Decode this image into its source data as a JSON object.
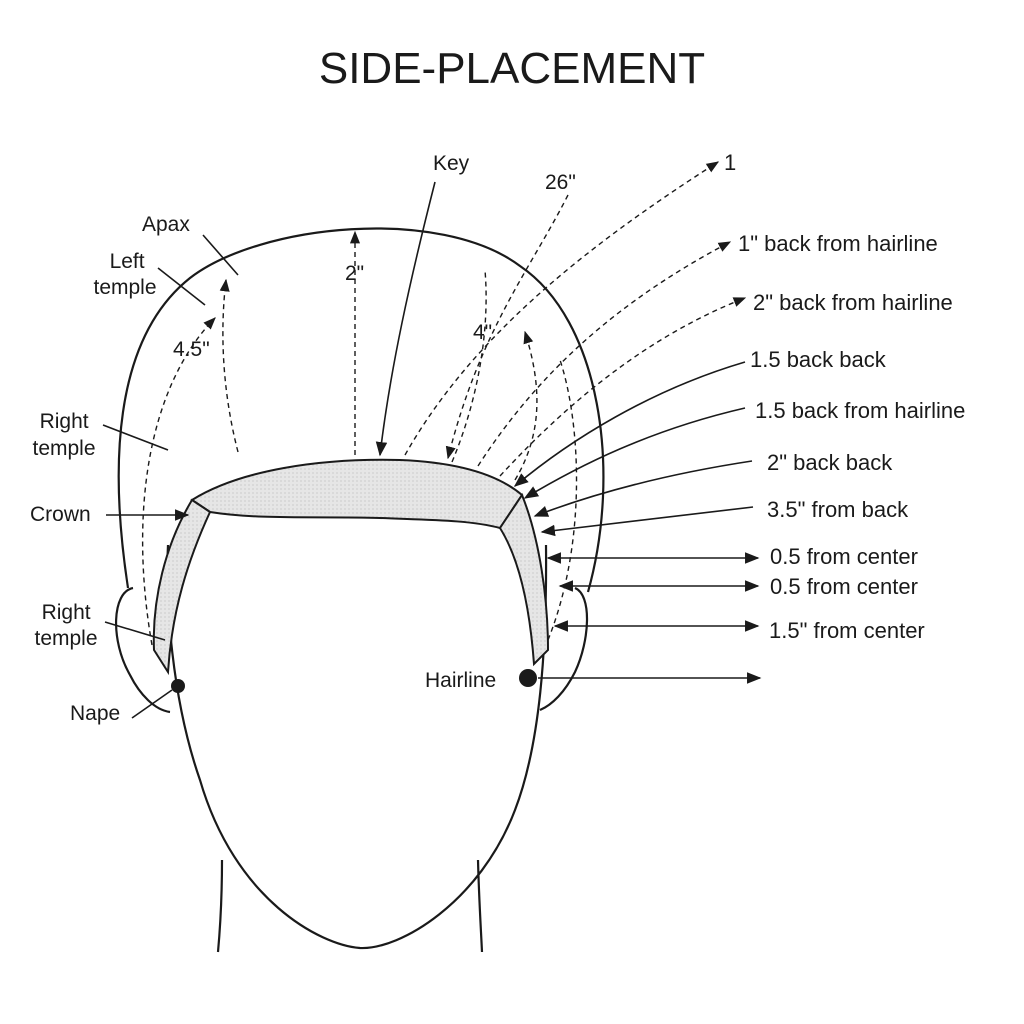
{
  "title": "SIDE-PLACEMENT",
  "left_labels": {
    "apax": "Apax",
    "left_temple": [
      "Left",
      "temple"
    ],
    "measure_45": "4.5\"",
    "right_temple_upper": [
      "Right",
      "temple"
    ],
    "crown": "Crown",
    "right_temple_lower": [
      "Right",
      "temple"
    ],
    "nape": "Nape"
  },
  "top_labels": {
    "key": "Key",
    "measure_26": "26\"",
    "measure_2": "2\"",
    "measure_4": "4\""
  },
  "hairline_label": "Hairline",
  "right_labels": [
    "1",
    "1\" back from hairline",
    "2\" back from hairline",
    "1.5 back back",
    "1.5 back from hairline",
    "2\" back back",
    "3.5\" from back",
    "0.5 from center",
    "0.5 from center",
    "1.5\" from center"
  ],
  "colors": {
    "ink": "#1a1a1a",
    "band_fill": "#e4e4e4",
    "background": "#ffffff"
  }
}
